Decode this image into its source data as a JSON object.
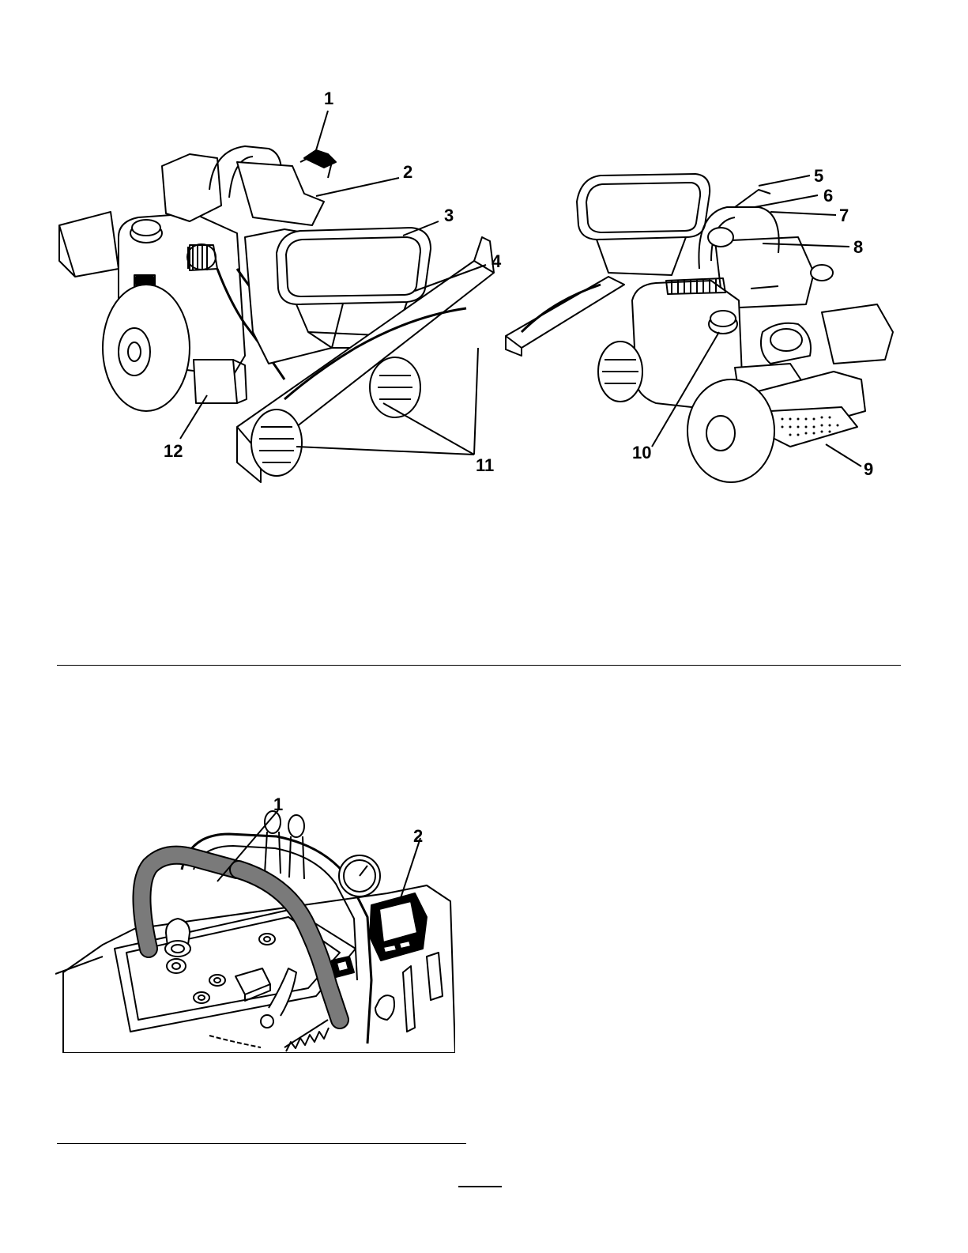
{
  "figure1": {
    "callouts": [
      "1",
      "2",
      "3",
      "4",
      "5",
      "6",
      "7",
      "8",
      "9",
      "10",
      "11",
      "12"
    ]
  },
  "figure2": {
    "callouts": [
      "1",
      "2"
    ]
  },
  "colors": {
    "ink": "#000000",
    "paper": "#ffffff",
    "grip": "#7a7a7a"
  }
}
